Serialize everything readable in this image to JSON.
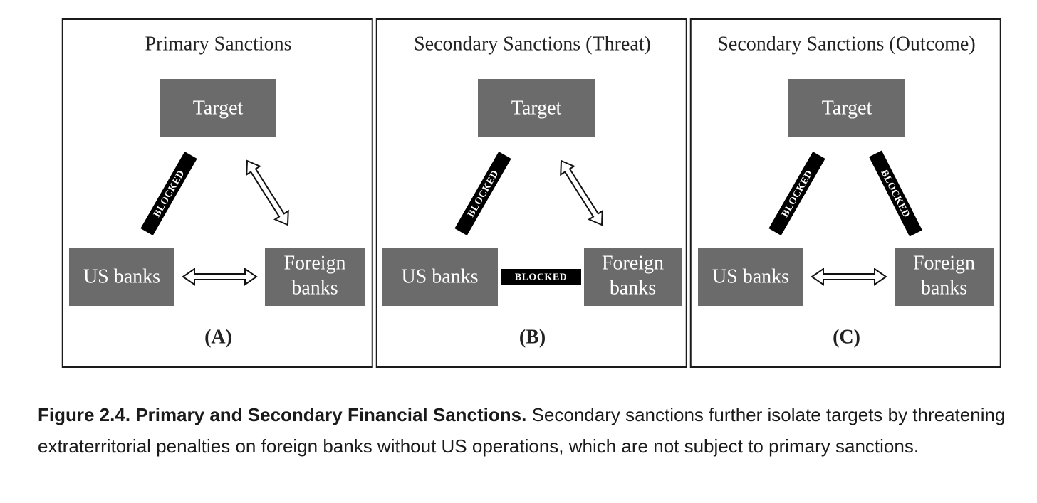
{
  "figure": {
    "panels": [
      {
        "title": "Primary Sanctions",
        "label": "(A)",
        "target": "Target",
        "us_banks": "US banks",
        "foreign_banks": [
          "Foreign",
          "banks"
        ],
        "links": {
          "target_us": "blocked",
          "target_foreign": "open",
          "us_foreign": "open"
        }
      },
      {
        "title": "Secondary Sanctions (Threat)",
        "label": "(B)",
        "target": "Target",
        "us_banks": "US banks",
        "foreign_banks": [
          "Foreign",
          "banks"
        ],
        "links": {
          "target_us": "blocked",
          "target_foreign": "open",
          "us_foreign": "blocked"
        }
      },
      {
        "title": "Secondary Sanctions (Outcome)",
        "label": "(C)",
        "target": "Target",
        "us_banks": "US banks",
        "foreign_banks": [
          "Foreign",
          "banks"
        ],
        "links": {
          "target_us": "blocked",
          "target_foreign": "blocked",
          "us_foreign": "open"
        }
      }
    ],
    "blocked_label": "BLOCKED",
    "colors": {
      "box_fill": "#6b6b6b",
      "box_text": "#ffffff",
      "blocked_fill": "#000000",
      "border": "#1a1a1a"
    }
  },
  "caption": {
    "bold": "Figure 2.4. Primary and Secondary Financial Sanctions.",
    "text": " Secondary sanctions further isolate targets by threatening extraterritorial penalties on foreign banks without US operations, which are not subject to primary sanctions."
  }
}
